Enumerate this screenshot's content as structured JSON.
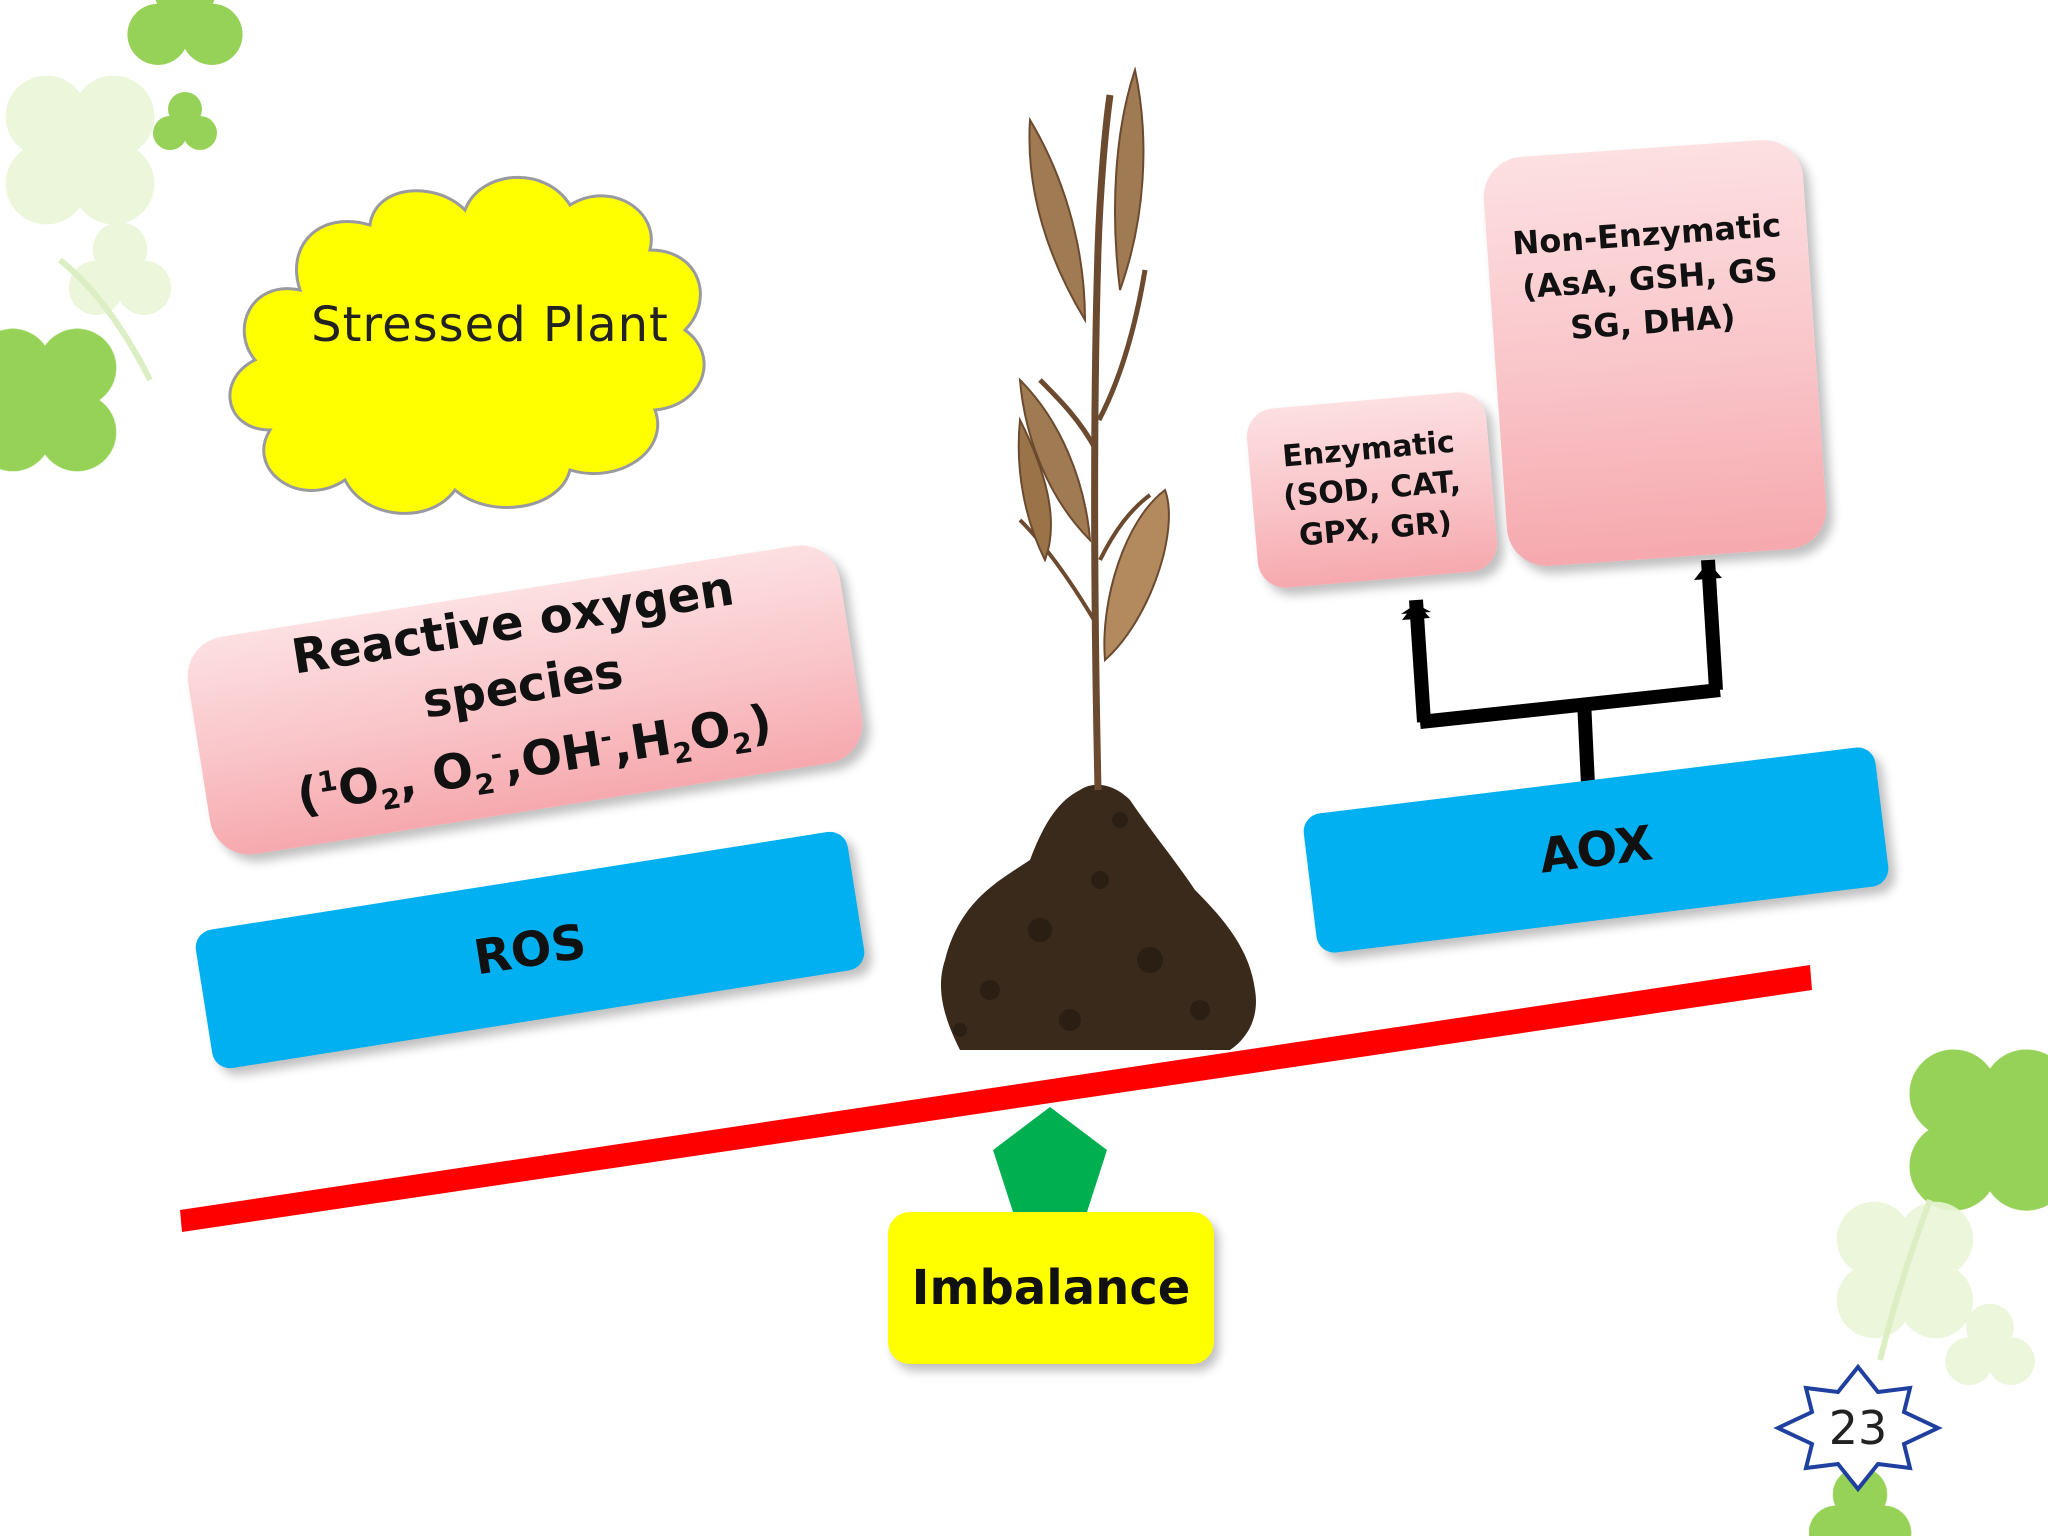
{
  "cloud": {
    "label": "Stressed Plant"
  },
  "ros_info": {
    "line1": "Reactive oxygen species",
    "line2_parts": [
      "(",
      "1",
      "O",
      "2",
      ", O",
      "2",
      "-",
      ",OH",
      "-",
      ",H",
      "2",
      "O",
      "2",
      ")"
    ]
  },
  "ros_bar": {
    "label": "ROS"
  },
  "aox_bar": {
    "label": "AOX"
  },
  "enzymatic": {
    "line1": "Enzymatic",
    "line2": "(SOD, CAT,",
    "line3": "GPX, GR)"
  },
  "non_enzymatic": {
    "line1": "Non-Enzymatic",
    "line2": "(AsA, GSH, GS",
    "line3": "SG, DHA)"
  },
  "imbalance": {
    "label": "Imbalance"
  },
  "slide": {
    "number": "23"
  },
  "colors": {
    "cloud_fill": "#ffff00",
    "blue_bar": "#00b0f0",
    "beam": "#ff0000",
    "fulcrum": "#00b050",
    "clover": "#92d050"
  }
}
